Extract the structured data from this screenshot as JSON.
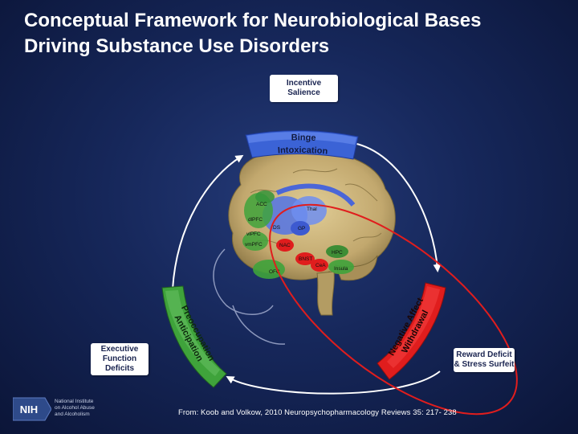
{
  "title": {
    "line1": "Conceptual Framework for Neurobiological Bases",
    "line2": "Driving Substance Use Disorders"
  },
  "stages": {
    "binge": {
      "line1": "Binge",
      "line2": "Intoxication",
      "color": "#3b63d6"
    },
    "negative": {
      "line1": "Negative Affect",
      "line2": "Withdrawal",
      "color": "#e01d1d"
    },
    "preoccupation": {
      "line1": "Preoccupation",
      "line2": "Anticipation",
      "color": "#3fa33b"
    }
  },
  "boxes": {
    "incentive": {
      "line1": "Incentive",
      "line2": "Salience"
    },
    "executive": {
      "line1": "Executive",
      "line2": "Function",
      "line3": "Deficits"
    },
    "reward": {
      "line1": "Reward Deficit",
      "line2": "& Stress Surfeit"
    }
  },
  "brain_regions": {
    "acc": "ACC",
    "dlpfc": "dlPFC",
    "vlpfc": "vlPFC",
    "vmpfc": "vmPFC",
    "ofc": "OFC",
    "ds": "DS",
    "gp": "GP",
    "thal": "Thal",
    "nac": "NAC",
    "bnst": "BNST",
    "cea": "CeA",
    "hpc": "HPC",
    "insula": "Insula"
  },
  "citation": "From: Koob and Volkow, 2010 Neuropsychopharmacology Reviews 35: 217- 238",
  "logo": {
    "mark": "NIH",
    "line1": "National Institute",
    "line2": "on Alcohol Abuse",
    "line3": "and Alcoholism"
  },
  "colors": {
    "background": "#16275a",
    "cycle_arrow": "#ffffff",
    "highlight_ellipse": "#e01d1d",
    "brain": "#c9b27a"
  }
}
